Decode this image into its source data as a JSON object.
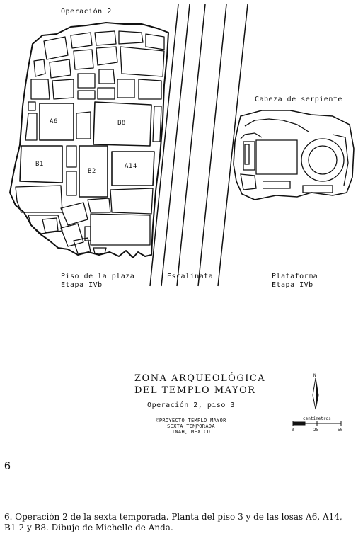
{
  "labels": {
    "operation": "Operación 2",
    "serpent_head": "Cabeza de serpiente",
    "plaza_floor": "Piso de la plaza",
    "plaza_stage": "Etapa IVb",
    "stairway": "Escalinata",
    "platform": "Plataforma",
    "platform_stage": "Etapa IVb"
  },
  "slabs": {
    "a6": "A6",
    "b8": "B8",
    "b1": "B1",
    "b2": "B2",
    "a14": "A14"
  },
  "title_block": {
    "line1": "ZONA ARQUEOLÓGICA",
    "line2": "DEL TEMPLO MAYOR",
    "line3": "Operación 2, piso 3",
    "credit1": "©PROYECTO TEMPLO MAYOR",
    "credit2": "SEXTA TEMPORADA",
    "credit3": "INAH, MÉXICO"
  },
  "north": "N",
  "scale": {
    "unit": "centímetros",
    "ticks": [
      "0",
      "25",
      "50"
    ]
  },
  "figure_number": "6",
  "caption": "6. Operación 2 de la sexta temporada. Planta del piso 3 y de las losas A6, A14, B1-2 y B8. Dibujo de Michelle de Anda."
}
